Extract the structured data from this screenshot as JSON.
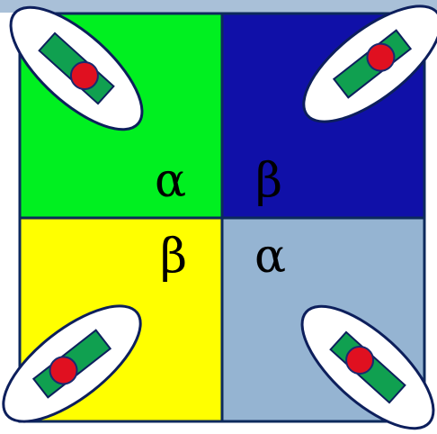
{
  "colors": {
    "background": "#ffffff",
    "top_band": "#a9c0d8",
    "grid_line": "#0d2a5c",
    "quadrant_top_left": "#00f020",
    "quadrant_top_right": "#1010a8",
    "quadrant_bottom_left": "#ffff00",
    "quadrant_bottom_right": "#95b4d2",
    "ellipse_fill": "#ffffff",
    "ellipse_stroke": "#0d1f5c",
    "bar_fill": "#10a050",
    "bar_stroke": "#0d1f5c",
    "dot_fill": "#e01020",
    "dot_stroke": "#1a2a70"
  },
  "labels": {
    "top_left": "α",
    "top_right": "β",
    "bottom_left": "β",
    "bottom_right": "α"
  },
  "icons": {
    "top_left": "ellipse-bar-dot-icon",
    "top_right": "ellipse-bar-dot-icon",
    "bottom_left": "ellipse-bar-dot-icon",
    "bottom_right": "ellipse-bar-dot-icon"
  }
}
